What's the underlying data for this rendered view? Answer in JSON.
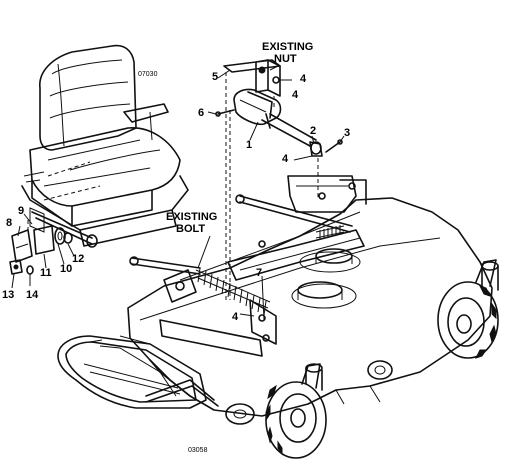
{
  "figure": {
    "ref_seat": "07030",
    "ref_deck": "03058",
    "labels": {
      "existing_nut_line1": "EXISTING",
      "existing_nut_line2": "NUT",
      "existing_bolt_line1": "EXISTING",
      "existing_bolt_line2": "BOLT"
    },
    "callouts": [
      "1",
      "2",
      "3",
      "4",
      "5",
      "6",
      "7",
      "8",
      "9",
      "10",
      "11",
      "12",
      "13",
      "14"
    ]
  }
}
